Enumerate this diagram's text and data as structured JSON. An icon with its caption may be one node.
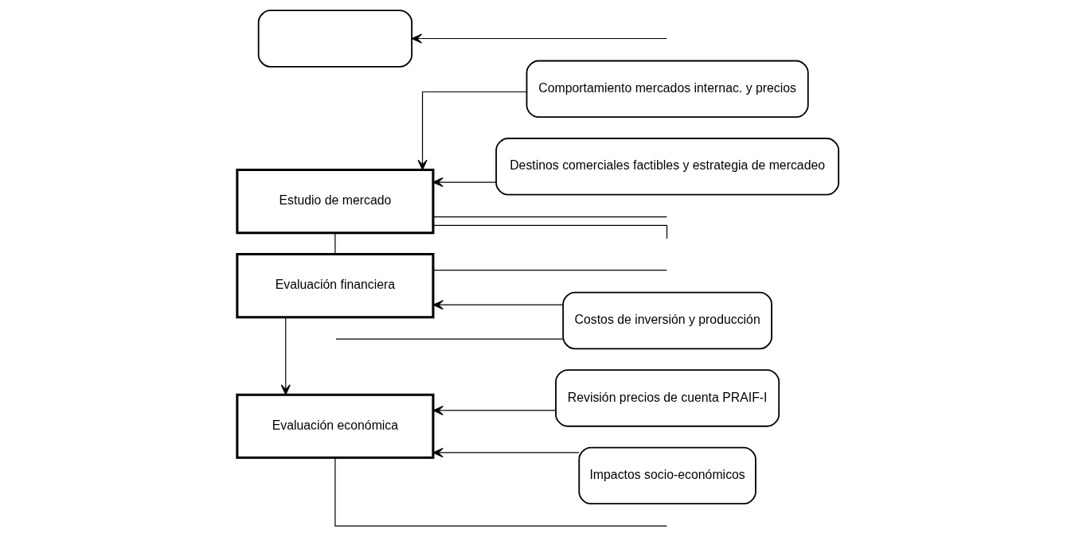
{
  "diagram": {
    "nodes": [
      {
        "text": [
          "Estudio de mercado"
        ]
      },
      {
        "text": [
          "Evaluación financiera"
        ]
      },
      {
        "text": [
          "Evaluación económica"
        ]
      },
      {
        "text": [
          "Comportamiento mercados internac. y precios"
        ]
      },
      {
        "text": [
          "Destinos comerciales factibles y estrategia de mercadeo"
        ]
      },
      {
        "text": [
          "Revisión precios de cuenta PRAIF-I"
        ]
      },
      {
        "text": [
          "Impactos socio-económicos"
        ]
      },
      {
        "text": [
          "Costos de inversión y producción"
        ]
      },
      {
        "text": [],
        "shape": "box"
      }
    ],
    "edges": [
      {
        "from": null,
        "to": 0,
        "arrow": "none"
      },
      {
        "from": null,
        "to": 0,
        "arrow": "none"
      },
      {
        "from": null,
        "to": 1,
        "arrow": "none"
      },
      {
        "from": null,
        "to": 2,
        "arrow": "none"
      },
      {
        "from": 3,
        "to": 0,
        "arrow": "to"
      },
      {
        "from": 4,
        "to": 0,
        "arrow": "to"
      },
      {
        "from": 0,
        "to": 1,
        "arrow": "none"
      },
      {
        "from": 7,
        "to": 1,
        "arrow": "to"
      },
      {
        "from": 1,
        "to": 2,
        "arrow": "to"
      },
      {
        "from": 5,
        "to": 2,
        "arrow": "to"
      },
      {
        "from": 6,
        "to": 2,
        "arrow": "to"
      },
      {
        "from": 7,
        "to": null,
        "arrow": "none"
      },
      {
        "from": null,
        "to": 8,
        "arrow": "to"
      }
    ]
  }
}
